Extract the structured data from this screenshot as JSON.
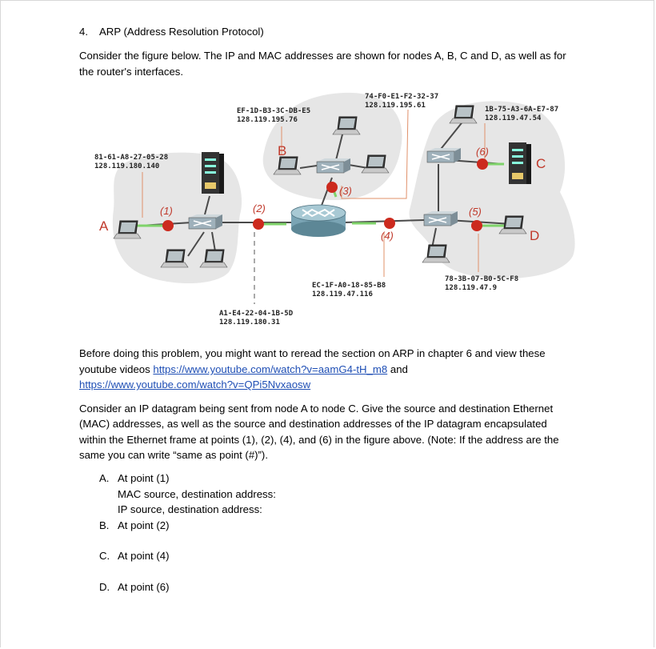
{
  "heading": {
    "number": "4.",
    "title": "ARP (Address Resolution Protocol)"
  },
  "intro": [
    "Consider the figure below. The IP and MAC addresses are shown for nodes A, B, C and D, as well as for",
    "the router's interfaces."
  ],
  "figure": {
    "nodes": {
      "a": "A",
      "b": "B",
      "c": "C",
      "d": "D"
    },
    "points": {
      "p1": "(1)",
      "p2": "(2)",
      "p3": "(3)",
      "p4": "(4)",
      "p5": "(5)",
      "p6": "(6)"
    },
    "addr_a": {
      "mac": "81-61-A8-27-05-28",
      "ip": "128.119.180.140"
    },
    "addr_b": {
      "mac": "EF-1D-B3-3C-DB-E5",
      "ip": "128.119.195.76"
    },
    "addr_r3": {
      "mac": "74-F0-E1-F2-32-37",
      "ip": "128.119.195.61"
    },
    "addr_c": {
      "mac": "1B-75-A3-6A-E7-87",
      "ip": "128.119.47.54"
    },
    "addr_r4": {
      "mac": "EC-1F-A0-18-85-B8",
      "ip": "128.119.47.116"
    },
    "addr_d": {
      "mac": "78-3B-07-B0-5C-F8",
      "ip": "128.119.47.9"
    },
    "addr_r2": {
      "mac": "A1-E4-22-04-1B-5D",
      "ip": "128.119.180.31"
    }
  },
  "para2": {
    "line1": "Before doing this problem, you might want to reread the section on ARP in chapter 6 and view these",
    "line2_text": "youtube videos ",
    "link1": "https://www.youtube.com/watch?v=aamG4-tH_m8",
    "line2_and": " and",
    "link2": "https://www.youtube.com/watch?v=QPi5Nvxaosw"
  },
  "para3": [
    "Consider an IP datagram being sent from node A to node C. Give the source and destination Ethernet",
    "(MAC) addresses, as well as the source and destination addresses of the IP datagram encapsulated",
    "within the Ethernet frame at points (1), (2), (4), and (6) in the figure above. (Note: If the address are the",
    "same you can write “same as point (#)”)."
  ],
  "list": {
    "a": {
      "marker": "A.",
      "text": "At point (1)",
      "sub1": "MAC source, destination address:",
      "sub2": "IP source, destination address:"
    },
    "b": {
      "marker": "B.",
      "text": "At point (2)"
    },
    "c": {
      "marker": "C.",
      "text": "At point (4)"
    },
    "d": {
      "marker": "D.",
      "text": "At point (6)"
    }
  }
}
